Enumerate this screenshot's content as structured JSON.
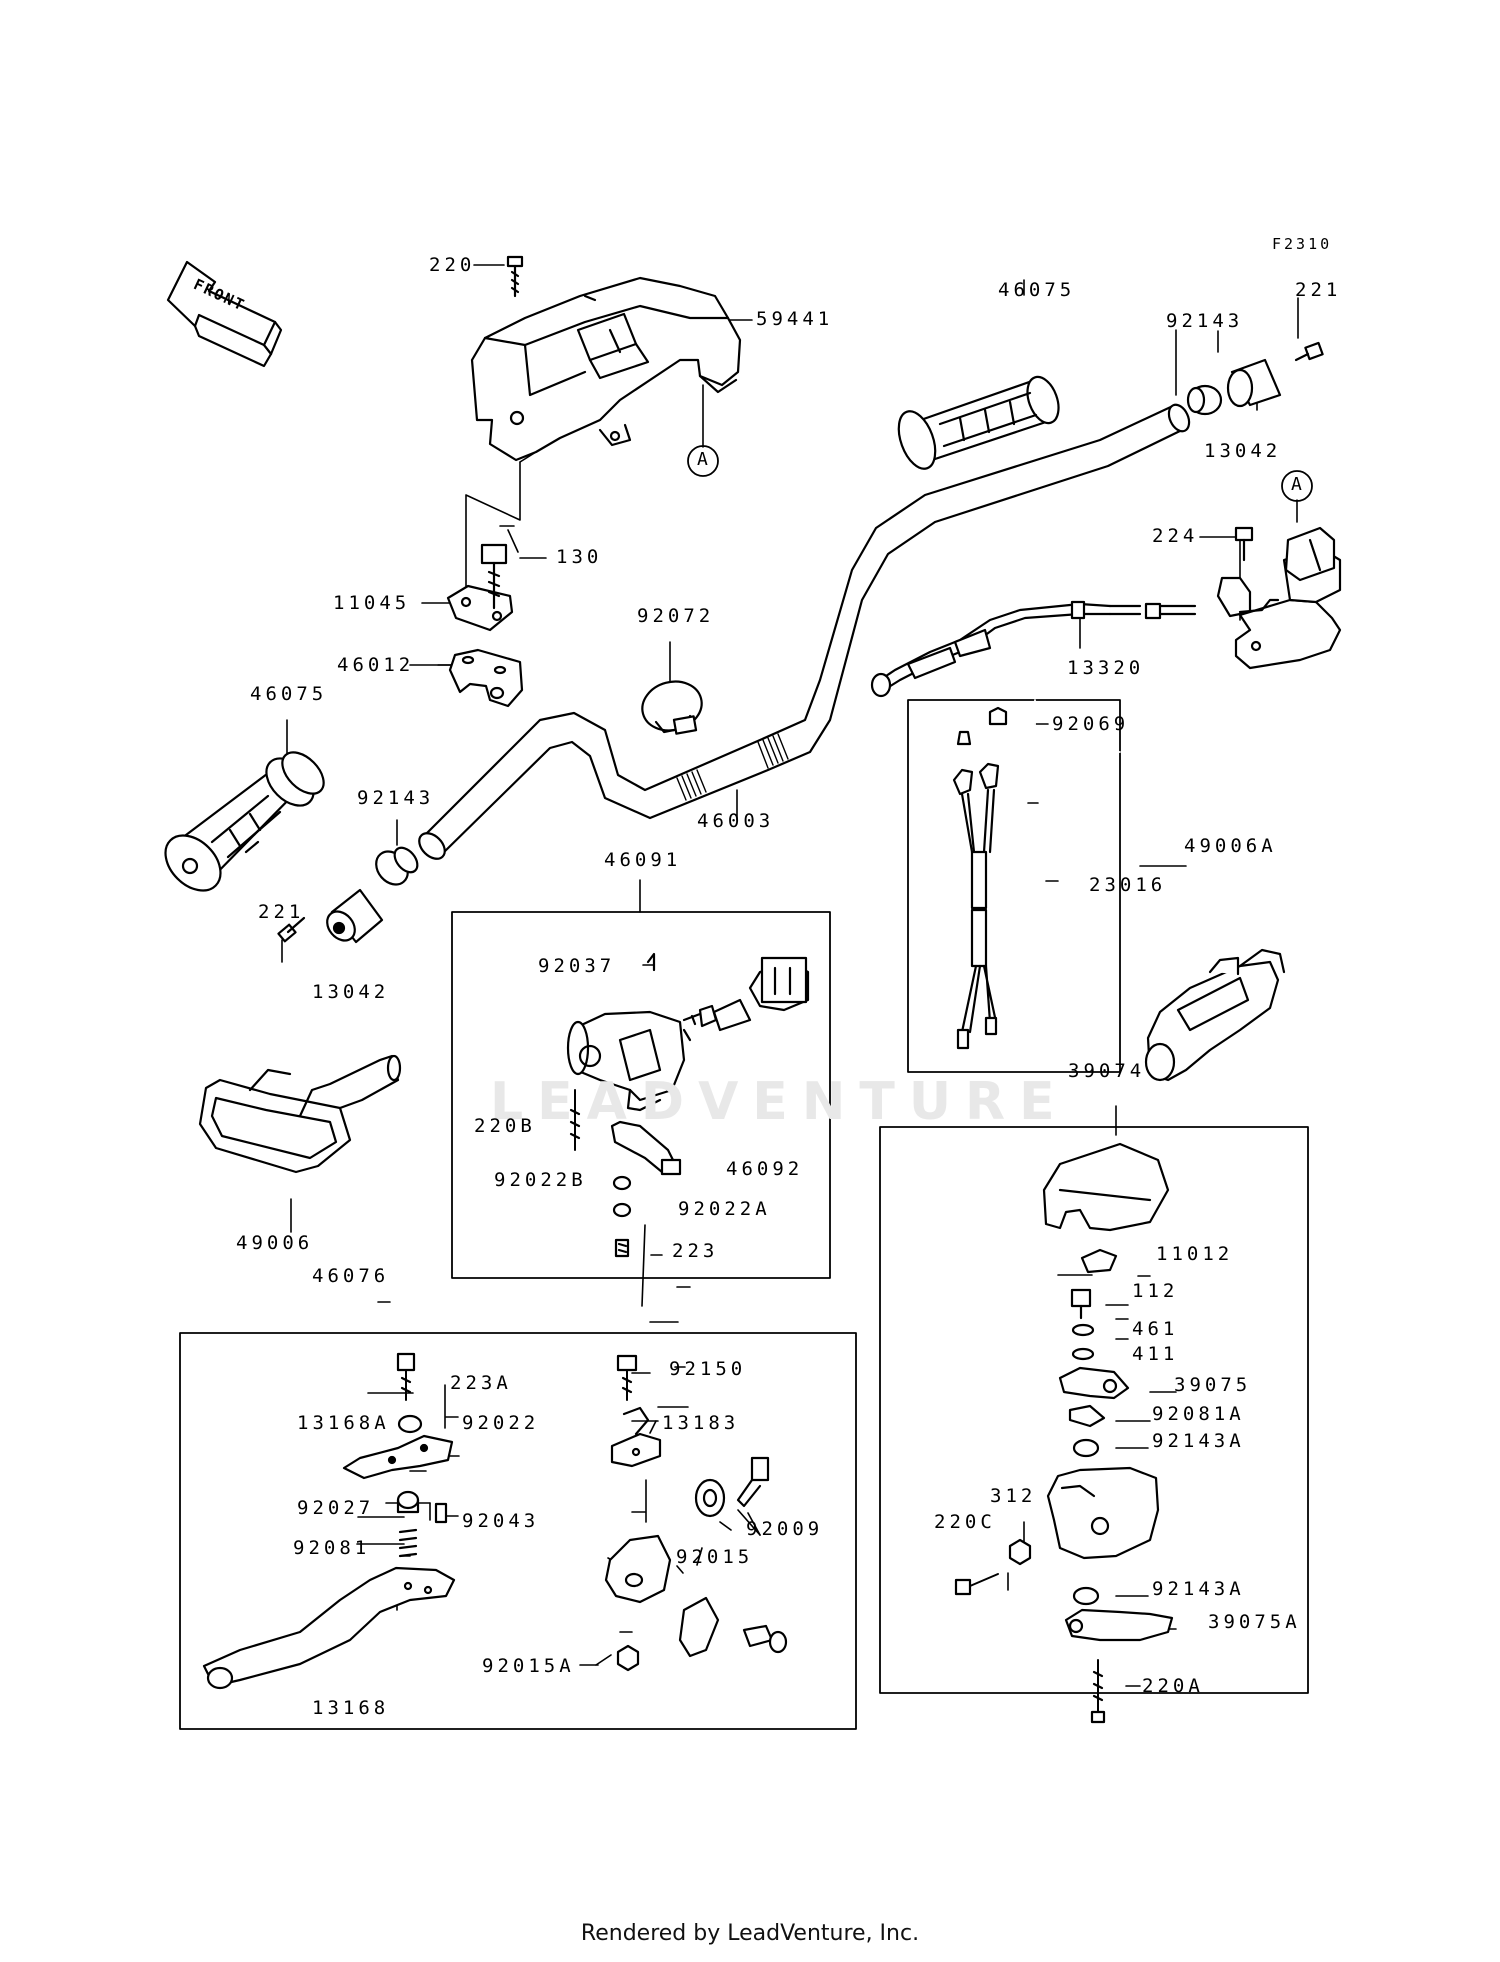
{
  "figure_code": "F2310",
  "front_marker": "FRONT",
  "reference_marker": "A",
  "watermark": "LEADVENTURE",
  "footer": "Rendered by LeadVenture, Inc.",
  "labels": {
    "l220_top": "220",
    "l59441": "59441",
    "l46075_r": "46075",
    "l92143_r": "92143",
    "l221_r": "221",
    "l13042_r": "13042",
    "l224": "224",
    "l130": "130",
    "l11045": "11045",
    "l92072": "92072",
    "l46012": "46012",
    "l13320": "13320",
    "l46075_l": "46075",
    "l92069": "92069",
    "l92143_l": "92143",
    "l46003": "46003",
    "l49006A": "49006A",
    "l46091": "46091",
    "l23016": "23016",
    "l221_l": "221",
    "l13042_l": "13042",
    "l92037": "92037",
    "l39074": "39074",
    "l220B": "220B",
    "l46092": "46092",
    "l92022B": "92022B",
    "l92022A": "92022A",
    "l223": "223",
    "l49006": "49006",
    "l11012": "11012",
    "l46076": "46076",
    "l112": "112",
    "l461": "461",
    "l411": "411",
    "l223A": "223A",
    "l92150": "92150",
    "l39075": "39075",
    "l13168A": "13168A",
    "l92022": "92022",
    "l13183": "13183",
    "l92081A": "92081A",
    "l92143A_a": "92143A",
    "l92027": "92027",
    "l92043": "92043",
    "l92009": "92009",
    "l312": "312",
    "l220C": "220C",
    "l92081": "92081",
    "l92015": "92015",
    "l92143A_b": "92143A",
    "l39075A": "39075A",
    "l92015A": "92015A",
    "l220A": "220A",
    "l13168": "13168"
  }
}
